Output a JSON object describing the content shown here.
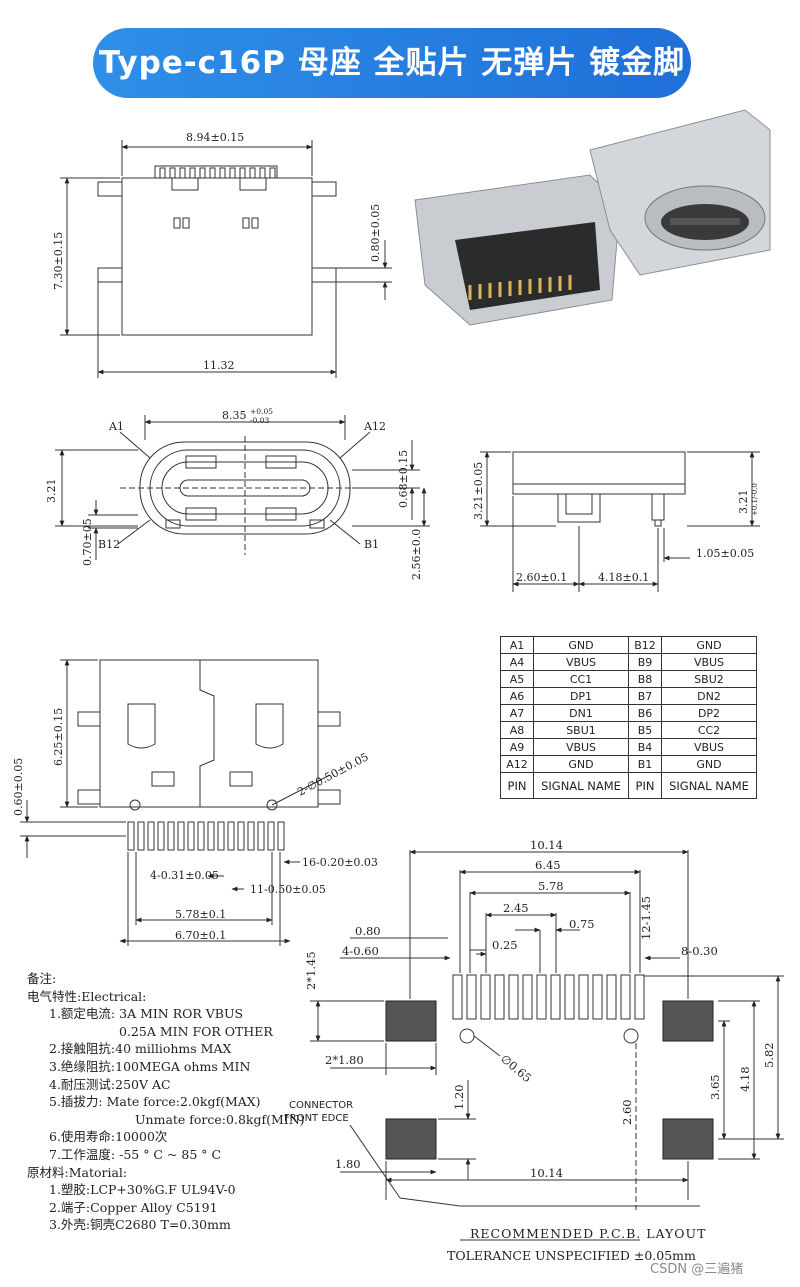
{
  "title": "Type-c16P 母座 全贴片 无弹片 镀金脚",
  "top_view": {
    "width_dim": "8.94±0.15",
    "height_dim": "7.30±0.15",
    "pad_dim": "0.80±0.05",
    "total_width": "11.32"
  },
  "front_view": {
    "width_dim": "8.35",
    "width_tol_plus": "+0.05",
    "width_tol_minus": "-0.03",
    "label_a1": "A1",
    "label_a12": "A12",
    "label_b12": "B12",
    "label_b1": "B1",
    "h_321": "3.21",
    "h_068": "0.68±0.15",
    "h_070": "0.70±05",
    "h_256": "2.56±0.0"
  },
  "side_view": {
    "h_left": "3.21±0.05",
    "h_right": "3.21",
    "h_right_tol": "+0.1/-0.0",
    "d_260": "2.60±0.1",
    "d_418": "4.18±0.1",
    "d_105": "1.05±0.05"
  },
  "bottom_view": {
    "h_625": "6.25±0.15",
    "h_060": "0.60±0.05",
    "hole_dim": "2-∅0.50±0.05",
    "pitch_16": "16-0.20±0.03",
    "pitch_4": "4-0.31±0.05",
    "pitch_11": "11-0.50±0.05",
    "w_578": "5.78±0.1",
    "w_670": "6.70±0.1"
  },
  "pin_table": {
    "rows": [
      [
        "A1",
        "GND",
        "B12",
        "GND"
      ],
      [
        "A4",
        "VBUS",
        "B9",
        "VBUS"
      ],
      [
        "A5",
        "CC1",
        "B8",
        "SBU2"
      ],
      [
        "A6",
        "DP1",
        "B7",
        "DN2"
      ],
      [
        "A7",
        "DN1",
        "B6",
        "DP2"
      ],
      [
        "A8",
        "SBU1",
        "B5",
        "CC2"
      ],
      [
        "A9",
        "VBUS",
        "B4",
        "VBUS"
      ],
      [
        "A12",
        "GND",
        "B1",
        "GND"
      ]
    ],
    "header": [
      "PIN",
      "SIGNAL NAME",
      "PIN",
      "SIGNAL NAME"
    ]
  },
  "notes": {
    "heading": "备注:",
    "electrical": "电气特性:Electrical:",
    "e1": "1.额定电流: 3A MIN ROR VBUS",
    "e1b": "0.25A MIN FOR OTHER",
    "e2": "2.接触阻抗:40 milliohms MAX",
    "e3": "3.绝缘阻抗:100MEGA ohms MIN",
    "e4": "4.耐压测试:250V AC",
    "e5": "5.插拔力:  Mate force:2.0kgf(MAX)",
    "e5b": "Unmate force:0.8kgf(MIN)",
    "e6": "6.使用寿命:10000次",
    "e7": "7.工作温度: -55 ° C ~ 85 ° C",
    "material": "原材料:Matorial:",
    "m1": "1.塑胶:LCP+30%G.F UL94V-0",
    "m2": "2.端子:Copper Alloy C5191",
    "m3": "3.外壳:铜壳C2680 T=0.30mm"
  },
  "pcb": {
    "d_1014_top": "10.14",
    "d_645": "6.45",
    "d_578": "5.78",
    "d_245": "2.45",
    "d_075": "0.75",
    "d_080": "0.80",
    "d_460": "4-0.60",
    "d_025": "0.25",
    "d_830": "8-0.30",
    "d_1245": "12-1.45",
    "d_2145": "2*1.45",
    "d_2180": "2*1.80",
    "d_065": "∅0.65",
    "d_120": "1.20",
    "d_260": "2.60",
    "d_365": "3.65",
    "d_418": "4.18",
    "d_582": "5.82",
    "d_180": "1.80",
    "d_1014_bot": "10.14",
    "connector_label_1": "CONNECTOR",
    "connector_label_2": "FRONT EDCE",
    "caption": "RECOMMENDED  P.C.B.  LAYOUT",
    "tolerance": "TOLERANCE UNSPECIFIED ±0.05mm"
  },
  "watermark": "CSDN @三遍猪"
}
